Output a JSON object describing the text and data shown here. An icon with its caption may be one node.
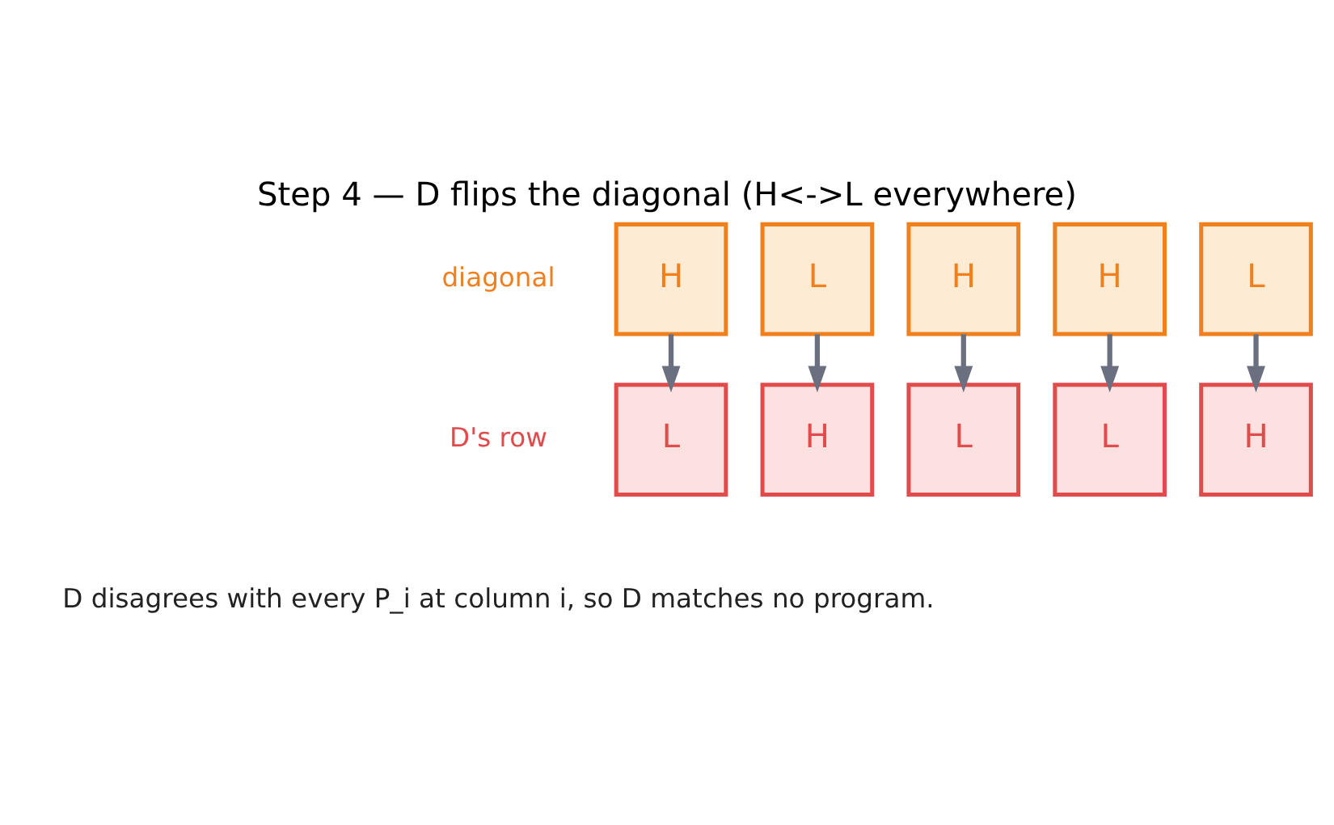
{
  "diagram": {
    "title": "Step 4 — D flips the diagonal (H<->L everywhere)",
    "nodes": [
      {
        "text": [
          "H"
        ]
      },
      {
        "text": [
          "L"
        ]
      },
      {
        "text": [
          "H"
        ]
      },
      {
        "text": [
          "H"
        ]
      },
      {
        "text": [
          "L"
        ]
      },
      {
        "text": [
          "L"
        ]
      },
      {
        "text": [
          "H"
        ]
      },
      {
        "text": [
          "L"
        ]
      },
      {
        "text": [
          "L"
        ]
      },
      {
        "text": [
          "H"
        ]
      }
    ],
    "edges": [
      {
        "from": 0,
        "to": 5,
        "arrow": "to"
      },
      {
        "from": 1,
        "to": 6,
        "arrow": "to"
      },
      {
        "from": 2,
        "to": 7,
        "arrow": "to"
      },
      {
        "from": 3,
        "to": 8,
        "arrow": "to"
      },
      {
        "from": 4,
        "to": 9,
        "arrow": "to"
      }
    ],
    "labels": [
      "diagonal",
      "D's row",
      "D disagrees with every P_i at column i, so D matches no program."
    ]
  }
}
